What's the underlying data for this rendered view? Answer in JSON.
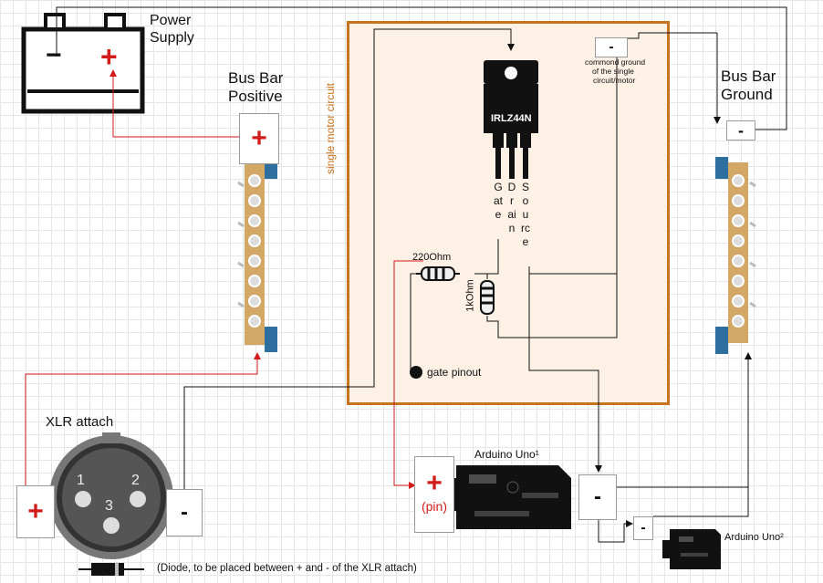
{
  "power_supply": {
    "label_line1": "Power",
    "label_line2": "Supply",
    "plus": "+",
    "minus": "−"
  },
  "bus_positive": {
    "label_line1": "Bus Bar",
    "label_line2": "Positive",
    "terminal": "+"
  },
  "bus_ground": {
    "label_line1": "Bus Bar",
    "label_line2": "Ground",
    "terminal": "-"
  },
  "motor_circuit": {
    "label": "single motor circuit",
    "common_ground_terminal": "-",
    "common_ground_note_1": "commond ground",
    "common_ground_note_2": "of the single",
    "common_ground_note_3": "circuit/motor",
    "mosfet_name": "IRLZ44N",
    "pin_gate": "Gate",
    "pin_drain": "Drain",
    "pin_source": "Source",
    "resistor_gate": "220Ohm",
    "resistor_pulldown": "1kOhm",
    "gate_pinout": "gate pinout"
  },
  "xlr": {
    "label": "XLR attach",
    "pin1": "1",
    "pin2": "2",
    "pin3": "3",
    "plus": "+",
    "minus": "-",
    "diode_note": "(Diode, to be placed between + and - of the XLR attach)"
  },
  "arduino1": {
    "label": "Arduino Uno¹",
    "pin_plus": "+",
    "pin_label": "(pin)",
    "minus": "-"
  },
  "arduino2": {
    "label": "Arduino Uno²",
    "minus": "-"
  },
  "colors": {
    "wire_red": "#d21b1b",
    "wire_black": "#111111",
    "circuit_border": "#c8731e",
    "circuit_fill": "#fdf1e6",
    "bus_bar": "#d3a866",
    "bus_tab": "#2f6fa0"
  }
}
